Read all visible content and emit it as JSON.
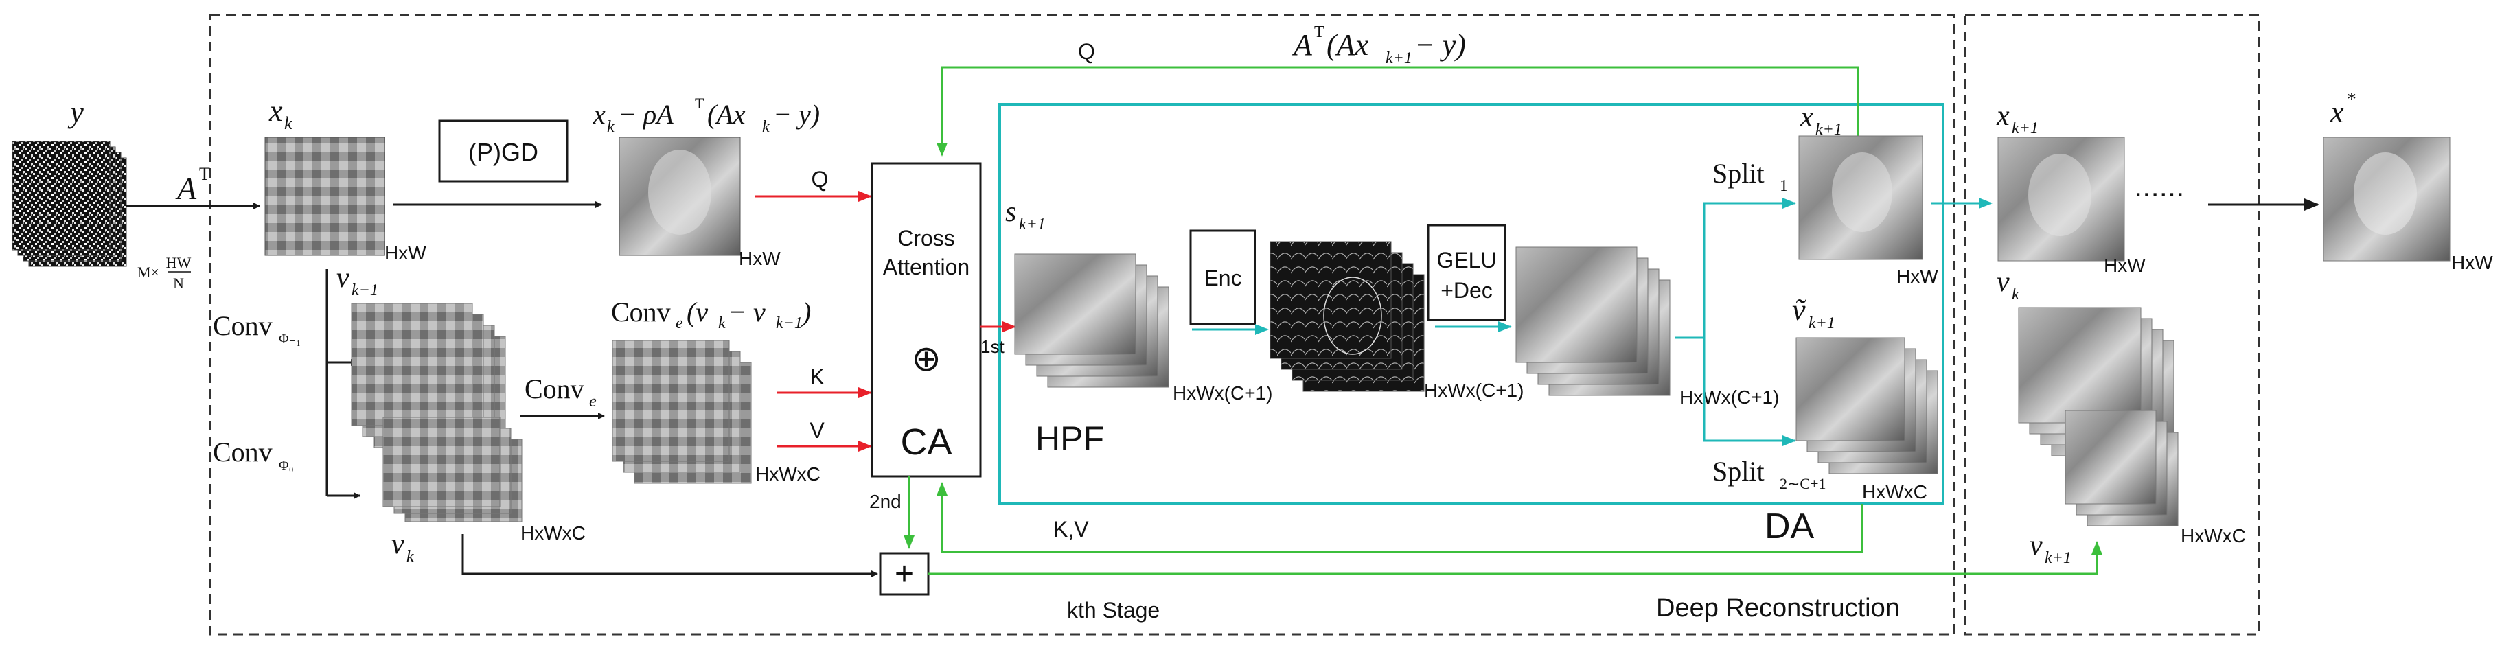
{
  "colors": {
    "black": "#1a1a1a",
    "red": "#e8202a",
    "green": "#3cbf3c",
    "cyan": "#1fb8b8",
    "dash": "#333333"
  },
  "labels": {
    "y": "y",
    "AT": "A",
    "AT_sup": "T",
    "M_dim": "M×",
    "HW_over_N": "HW",
    "N": "N",
    "xk": "x",
    "xk_sub": "k",
    "pgd": "(P)GD",
    "grad_expr": "x",
    "grad_expr_sub": "k",
    "grad_expr_rest": " − ρA",
    "grad_expr_T": "T",
    "grad_expr_tail": "(Ax",
    "grad_expr_tail_sub": "k",
    "grad_expr_end": " − y)",
    "HxW_1": "HxW",
    "HxW_2": "HxW",
    "HxW_3": "HxW",
    "HxW_4": "HxW",
    "HxW_5": "HxW",
    "Q_red": "Q",
    "K_red": "K",
    "V_red": "V",
    "Q_green": "Q",
    "KV_green": "K,V",
    "ca_title": "Cross",
    "ca_title2": "Attention",
    "ca_plus": "⊕",
    "ca_short": "CA",
    "first": "1st",
    "second": "2nd",
    "vk1": "v",
    "vk1_sub": "k−1",
    "conv_phi1": "Conv",
    "conv_phi1_sub": "Φ₋₁",
    "conv_phi0": "Conv",
    "conv_phi0_sub": "Φ₀",
    "vk": "v",
    "vk_sub": "k",
    "HxWxC_1": "HxWxC",
    "HxWxC_2": "HxWxC",
    "HxWxC_3": "HxWxC",
    "HxWxC_4": "HxWxC",
    "conve": "Conv",
    "conve_sub": "e",
    "conve_expr": "Conv",
    "conve_expr_sub": "e",
    "conve_expr_rest": "(v",
    "conve_expr_vk": "k",
    "conve_expr_mid": " − v",
    "conve_expr_vk1": "k−1",
    "conve_expr_end": ")",
    "sk1": "s",
    "sk1_sub": "k+1",
    "HxWxC1_1": "HxWx(C+1)",
    "HxWxC1_2": "HxWx(C+1)",
    "HxWxC1_3": "HxWx(C+1)",
    "hpf": "HPF",
    "enc": "Enc",
    "gelu": "GELU",
    "dec": "+Dec",
    "top_expr": "A",
    "top_expr_T": "T",
    "top_expr_rest": "(Ax",
    "top_expr_sub": "k+1",
    "top_expr_end": " − y)",
    "xk1_out": "x",
    "xk1_out_sub": "k+1",
    "split1": "Split",
    "split1_sub": "1",
    "vtilde": "ṽ",
    "vtilde_sub": "k+1",
    "split2": "Split",
    "split2_sub": "2∼C+1",
    "da": "DA",
    "kth_stage": "kth Stage",
    "deep_recon": "Deep Reconstruction",
    "xk1_right": "x",
    "xk1_right_sub": "k+1",
    "dots": "......",
    "xstar": "x",
    "xstar_sup": "*",
    "vk_right": "v",
    "vk_right_sub": "k",
    "vk1_right": "v",
    "vk1_right_sub": "k+1",
    "plus": "+"
  }
}
